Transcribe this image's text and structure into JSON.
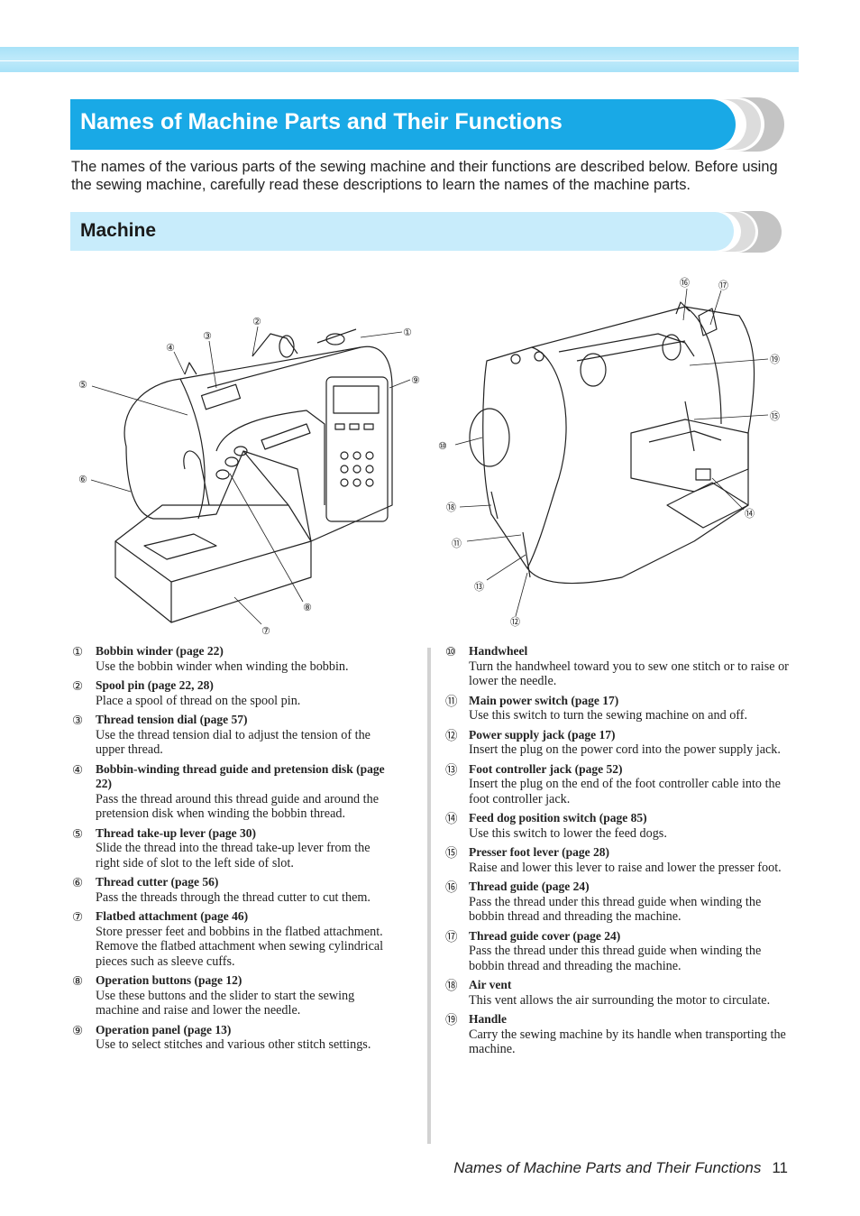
{
  "header": {
    "title": "Names of Machine Parts and Their Functions"
  },
  "intro": "The names of the various parts of the sewing machine and their functions are described below. Before using the sewing machine, carefully read these descriptions to learn the names of the machine parts.",
  "section": {
    "title": "Machine"
  },
  "parts_left": [
    {
      "num": "①",
      "name": "Bobbin winder (page 22)",
      "desc": "Use the bobbin winder when winding the bobbin."
    },
    {
      "num": "②",
      "name": "Spool pin (page 22, 28)",
      "desc": "Place a spool of thread on the spool pin."
    },
    {
      "num": "③",
      "name": "Thread tension dial (page 57)",
      "desc": "Use the thread tension dial to adjust the tension of the upper thread."
    },
    {
      "num": "④",
      "name": "Bobbin-winding thread guide and pretension disk (page 22)",
      "desc": "Pass the thread around this thread guide and around the pretension disk when winding the bobbin thread."
    },
    {
      "num": "⑤",
      "name": "Thread take-up lever (page 30)",
      "desc": "Slide the thread into the thread take-up lever from the right side of slot to the left side of slot."
    },
    {
      "num": "⑥",
      "name": "Thread cutter (page 56)",
      "desc": "Pass the threads through the thread cutter to cut them."
    },
    {
      "num": "⑦",
      "name": "Flatbed attachment (page 46)",
      "desc": "Store presser feet and bobbins in the flatbed attachment. Remove the flatbed attachment when sewing cylindrical pieces such as sleeve cuffs."
    },
    {
      "num": "⑧",
      "name": "Operation buttons (page 12)",
      "desc": "Use these buttons and the slider to start the sewing machine and raise and lower the needle."
    },
    {
      "num": "⑨",
      "name": "Operation panel (page 13)",
      "desc": "Use to select stitches and various other stitch settings."
    }
  ],
  "parts_right": [
    {
      "num": "⑩",
      "name": "Handwheel",
      "desc": "Turn the handwheel toward you to sew one stitch or to raise or lower the needle."
    },
    {
      "num": "⑪",
      "name": "Main power switch (page 17)",
      "desc": "Use this switch to turn the sewing machine on and off."
    },
    {
      "num": "⑫",
      "name": "Power supply jack (page 17)",
      "desc": "Insert the plug on the power cord into the power supply jack."
    },
    {
      "num": "⑬",
      "name": "Foot controller jack (page 52)",
      "desc": "Insert the plug on the end of the foot controller cable into the foot controller jack."
    },
    {
      "num": "⑭",
      "name": "Feed dog position switch (page 85)",
      "desc": "Use this switch to lower the feed dogs."
    },
    {
      "num": "⑮",
      "name": "Presser foot lever (page 28)",
      "desc": "Raise and lower this lever to raise and lower the presser foot."
    },
    {
      "num": "⑯",
      "name": "Thread guide (page 24)",
      "desc": "Pass the thread under this thread guide when winding the bobbin thread and threading the machine."
    },
    {
      "num": "⑰",
      "name": "Thread guide cover (page 24)",
      "desc": "Pass the thread under this thread guide when winding the bobbin thread and threading the machine."
    },
    {
      "num": "⑱",
      "name": "Air vent",
      "desc": "This vent allows the air surrounding the motor to circulate."
    },
    {
      "num": "⑲",
      "name": "Handle",
      "desc": "Carry the sewing machine by its handle when transporting the machine."
    }
  ],
  "callouts": {
    "c1": "①",
    "c2": "②",
    "c3": "③",
    "c4": "④",
    "c5": "⑤",
    "c6": "⑥",
    "c7": "⑦",
    "c8": "⑧",
    "c9": "⑨",
    "c10": "⑩",
    "c11": "⑪",
    "c12": "⑫",
    "c13": "⑬",
    "c14": "⑭",
    "c15": "⑮",
    "c16": "⑯",
    "c17": "⑰",
    "c18": "⑱",
    "c19": "⑲"
  },
  "footer": {
    "title": "Names of Machine Parts and Their Functions",
    "page": "11"
  },
  "colors": {
    "accent": "#19a9e6",
    "band": "#a8e2f8",
    "subbar": "#c8ecfb",
    "grey_deco": "#c4c4c4"
  }
}
